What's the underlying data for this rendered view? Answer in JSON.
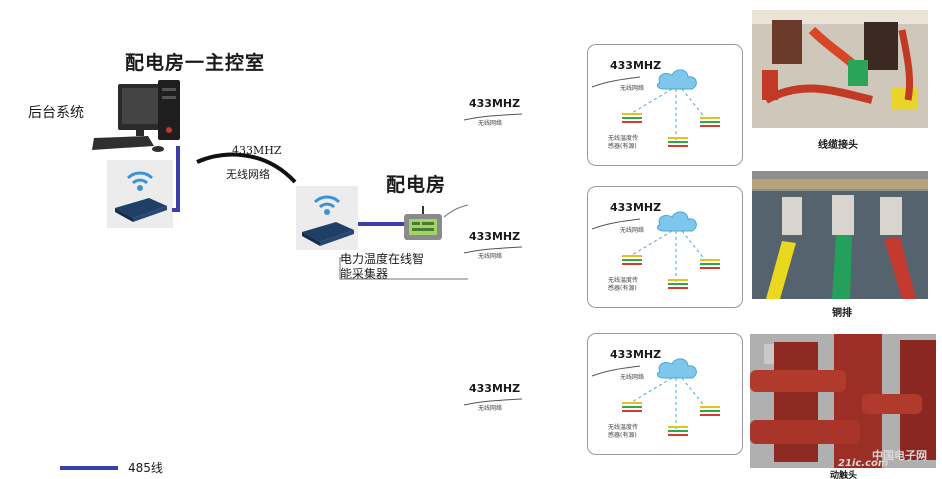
{
  "control_room": {
    "title": "配电房一主控室",
    "backend_label": "后台系统"
  },
  "wireless_link": {
    "freq": "433MHZ",
    "network": "无线网络"
  },
  "distribution_room": {
    "title": "配电房",
    "collector_label_line1": "电力温度在线智",
    "collector_label_line2": "能采集器"
  },
  "branches": [
    {
      "freq": "433MHZ",
      "network": "无线网络"
    },
    {
      "freq": "433MHZ",
      "network": "无线网络"
    },
    {
      "freq": "433MHZ",
      "network": "无线网络"
    }
  ],
  "panels": [
    {
      "freq": "433MHZ",
      "network": "无线网络",
      "sensor_label_line1": "无线温度传",
      "sensor_label_line2": "感器(有源)",
      "caption": "线缆接头"
    },
    {
      "freq": "433MHZ",
      "network": "无线网络",
      "sensor_label_line1": "无线温度传",
      "sensor_label_line2": "感器(有源)",
      "caption": "铜排"
    },
    {
      "freq": "433MHZ",
      "network": "无线网络",
      "sensor_label_line1": "无线温度传",
      "sensor_label_line2": "感器(有源)",
      "caption": "动触头"
    }
  ],
  "legend": {
    "label": "485线",
    "color": "#3b3fa8"
  },
  "watermark": {
    "text": "中国电子网",
    "subtext": "21ic.com"
  },
  "colors": {
    "rs485_line": "#3b3fa8",
    "cloud": "#7fc6ec",
    "dashed_link": "#4aa8d8"
  }
}
